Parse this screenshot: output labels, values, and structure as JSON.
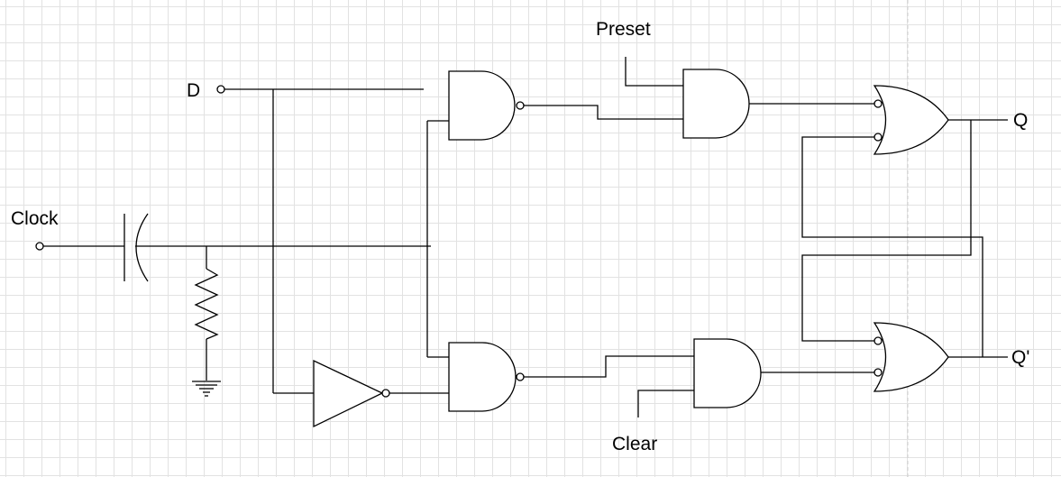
{
  "labels": {
    "preset": "Preset",
    "d": "D",
    "clock": "Clock",
    "clear": "Clear",
    "q": "Q",
    "q_bar": "Q'"
  },
  "colors": {
    "line": "#000000",
    "grid": "#e2e2e2",
    "background": "#ffffff"
  }
}
